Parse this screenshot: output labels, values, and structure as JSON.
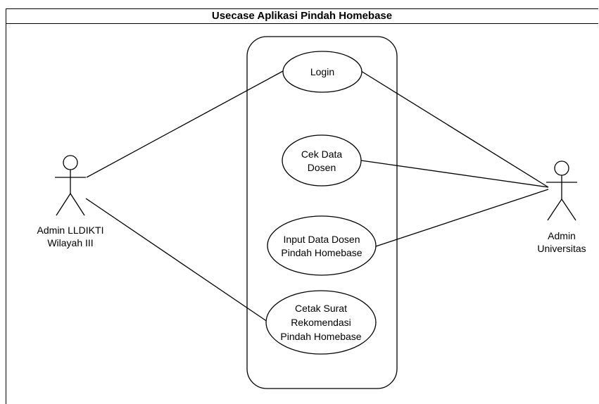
{
  "diagram": {
    "title": "Usecase Aplikasi Pindah Homebase",
    "actors": [
      {
        "id": "admin-lldikti",
        "label_lines": [
          "Admin LLDIKTI",
          "Wilayah III"
        ]
      },
      {
        "id": "admin-universitas",
        "label_lines": [
          "Admin",
          "Universitas"
        ]
      }
    ],
    "usecases": [
      {
        "id": "login",
        "label_lines": [
          "Login"
        ]
      },
      {
        "id": "cek-data-dosen",
        "label_lines": [
          "Cek Data",
          "Dosen"
        ]
      },
      {
        "id": "input-data-dosen",
        "label_lines": [
          "Input Data Dosen",
          "Pindah Homebase"
        ]
      },
      {
        "id": "cetak-surat",
        "label_lines": [
          "Cetak Surat",
          "Rekomendasi",
          "Pindah Homebase"
        ]
      }
    ],
    "associations": [
      {
        "actor": "admin-lldikti",
        "usecase": "login"
      },
      {
        "actor": "admin-lldikti",
        "usecase": "cetak-surat"
      },
      {
        "actor": "admin-universitas",
        "usecase": "login"
      },
      {
        "actor": "admin-universitas",
        "usecase": "cek-data-dosen"
      },
      {
        "actor": "admin-universitas",
        "usecase": "input-data-dosen"
      }
    ]
  }
}
